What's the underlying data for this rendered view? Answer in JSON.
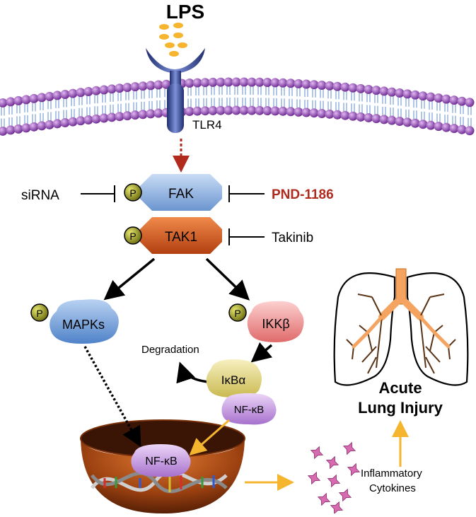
{
  "labels": {
    "lps": "LPS",
    "tlr4": "TLR4",
    "fak": "FAK",
    "tak1": "TAK1",
    "sirna": "siRNA",
    "pnd": "PND-1186",
    "takinib": "Takinib",
    "phospho": "P",
    "mapks": "MAPKs",
    "ikkb": "IKKβ",
    "degradation": "Degradation",
    "ikba": "IκBα",
    "nfkb_cyto": "NF-κB",
    "nfkb_nuc": "NF-κB",
    "cytokines_line1": "Inflammatory",
    "cytokines_line2": "Cytokines",
    "outcome_line1": "Acute",
    "outcome_line2": "Lung Injury"
  },
  "colors": {
    "lipid_head": "#8a3fb0",
    "receptor": "#3a4f9a",
    "fak": "#8fb4e3",
    "tak1": "#d9531e",
    "pnd": "#b02a1e",
    "phospho": "#9a9a1a",
    "mapks": "#6f9fd8",
    "ikkb": "#f29a9a",
    "ikba": "#e3d68a",
    "nfkb": "#c9a0e0",
    "lung": "#f4a460",
    "arrow_orange": "#f5b52f",
    "cytokine": "#d66bb0",
    "nucleus": "#b85a1c"
  },
  "icons": [
    "lps-molecule-icon",
    "tlr4-receptor-icon",
    "phospho-icon",
    "cytokine-icon",
    "lungs-icon",
    "dna-icon"
  ]
}
